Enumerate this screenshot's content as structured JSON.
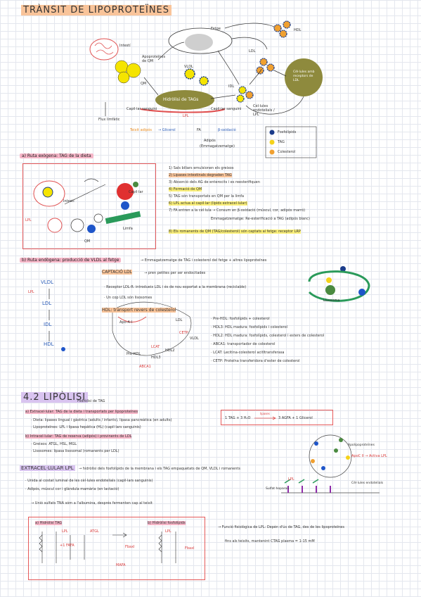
{
  "title": "TRÀNSIT DE LIPOPROTEÏNES",
  "top_diagram": {
    "fetge": "Fetge",
    "hdl": "HDL",
    "intesti": "Intestí",
    "ldl": "LDL",
    "vldl": "VLDL",
    "om": "QM",
    "idl": "IDL",
    "apoCII": "Apoproteïnes de QM",
    "cel_receptors": "Cèl·lules amb receptors de LDL",
    "hidrolisi": "Hidròlisi de TAGs",
    "lpl": "LPL",
    "capil_1": "Capil·lar sanguini",
    "capil_2": "Capil·lar sanguini",
    "flux_limfatic": "Flux limfàtic",
    "cel_endotelials": "Cèl·lules endotelials / LPL",
    "teixit": "Teixit adipós",
    "glicerol": "→ Glicerol",
    "fa": "FA",
    "b_oxidacio": "β-oxidació",
    "adipos": "Adipós",
    "emmag": "(Emmagatzematge)",
    "legend_1": "Fosfolípids",
    "legend_2": "TAG",
    "legend_3": "Colesterol"
  },
  "section_a": {
    "tag": "a) Ruta exògena: TAG de la dieta",
    "lpl_label": "LPL",
    "intesti": "Intestí",
    "om": "QM",
    "capillar": "Capil·lar",
    "limfa": "Limfa",
    "steps": [
      "1) Sals biliars emulsionen els greixos",
      "2) Lipases intestinals degraden TAG",
      "3) Absorció dels AG de enterocits i es reesterifiquen",
      "4) Formació de QM",
      "5) TAG són transportats en QM per la limfa",
      "6) LPL actua al capil·lar (lípids extracel·lular)",
      "7) FA entren a la cèl·lula → Consum en β-oxidació (múscul, cor, adipós marró)",
      "Emmagatzematge: Re-esterificació a TAG (adipós blanc)",
      "8) Els romanents de QM (TAG/colesterol) són captats al fetge: receptor LRP"
    ]
  },
  "section_b": {
    "tag": "b) Ruta endògena: producció de VLDL al fetge",
    "tag_rest": "→ Emmagatzematge de TAG i colesterol del fetge + altres lipoproteïnes",
    "vldl": "VLDL",
    "ldl": "LDL",
    "idl": "IDL",
    "hdl": "HDL",
    "lpl": "LPL",
    "captacio_title": "CAPTACIÓ LDL",
    "captacio_rest": "→ pren petites per ser endocitades",
    "captacio_lines": [
      "· Receptor LDL-R: introdueix LDL i és de nou exportat a la membrana (reciclable)",
      "· Un cop LDL són lisosomes"
    ],
    "hdl_title": "HDL: transport revers de colesterol",
    "hdl_lines": [
      "· Pre-HDL: fosfolípids + colesterol",
      "· HDL3: HDL madura: fosfolípids i colesterol",
      "· HDL2: HDL madura: fosfolípids, colesterol i esters de colesterol",
      "· ABCA1: transportador de colesterol",
      "· LCAT: Lecitina-colesterol acitltransferasa",
      "· CETP: Proteïna transferidora d'ester de colesterol"
    ],
    "cycle_labels": [
      "Apo-A-I",
      "Pre-HDL",
      "HDL3",
      "HDL2",
      "LCAT",
      "ABCA1",
      "CETP",
      "LDL",
      "VLDL"
    ],
    "lisosoma": "Lisosoma"
  },
  "section_42": {
    "title": "4.2 LIPÒLISI",
    "subtitle": "Hidròlisi de TAG",
    "extracel_title": "a) Extracel·lular: TAG de la dieta i transportats per lipoproteïnes",
    "extracel_lines": [
      "· Dieta: lipases lingual i gàstrica (adults / infants), lipasa pancreàtica (en adults)",
      "· Lipoproteïnes: LPL i lipasa hepàtica (HL) (capil·lars sanguinis)"
    ],
    "intracel_title": "b) Intracel·lular: TAG de reserva (adipós) i provinents de LDL",
    "intracel_lines": [
      "· Greixos: ATGL, HSL, MGL",
      "· Lisosomes: lipasa lisosomal (romanents per LDL)"
    ],
    "equation_left": "1 TAG + 3 H₂O",
    "equation_enzyme": "lipases",
    "equation_right": "3 AGFA + 1 Glicerol",
    "extracel_lpl_title": "EXTRACEL·LULAR LPL",
    "extracel_lpl_rest": "→ hidròlisi dels fosfolípids de la membrana i els TAG empaquetats de QM, VLDL i romanents",
    "extracel_lpl_lines": [
      "· Unida al costat luminal de les cèl·lules endotelials (capil·lars sanguinis)",
      "· Adipós, múscul cor i glàndula mamària (en lactació)"
    ],
    "extracel_note": "→ Unió sulfats TNA sóm a l'albumina, després fermenten cap al teixit",
    "right_diagram": {
      "apoproteines": "Apolipoproteïnes",
      "apoc2": "ApoC II → Activa LPL",
      "cel_endotelials": "Cèl·lules endotelials",
      "lpl": "LPL",
      "sulfat": "Sulfat heparan"
    },
    "box_a_title": "a) Hidròlisi TAG",
    "box_b_title": "b) Hidròlisi fosfolípids",
    "box_labels": [
      "LPL",
      "ATGL",
      "+1 FAFA",
      "Fbaxl",
      "Fbaxl",
      "MAFA",
      "LPL"
    ],
    "right_note_1": "→ Funció fisiològica de LPL: Depèn d'ús de TAG, des de les lipoproteïnes",
    "right_note_2": "fins als teixits, mantenint CTAG plasma = 1-15 mM"
  },
  "colors": {
    "accent_red": "#e65a5a",
    "fosfolipids": "#2a5bb7",
    "tag": "#f5d21a",
    "colesterol": "#f0a030"
  }
}
